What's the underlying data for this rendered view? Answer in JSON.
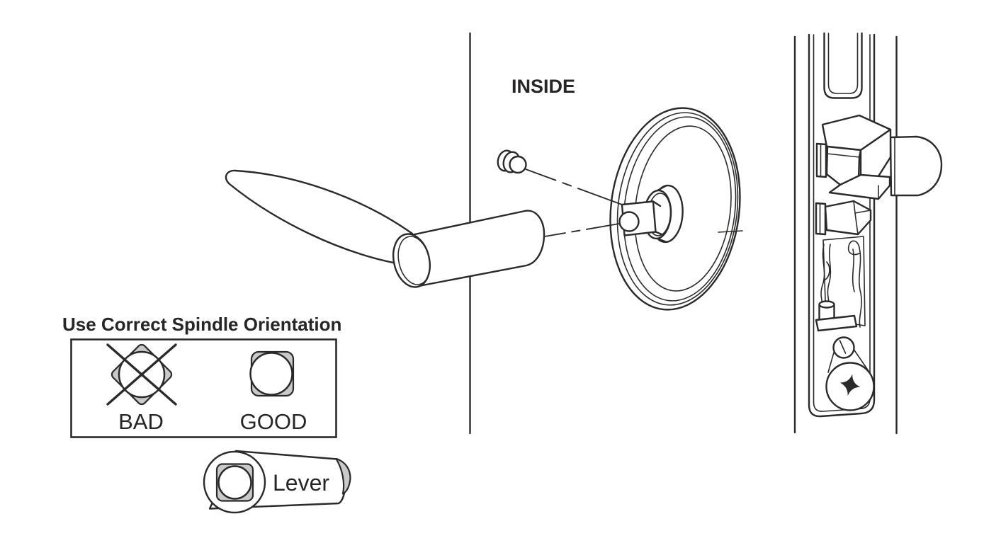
{
  "labels": {
    "inside": "INSIDE",
    "lever": "Lever"
  },
  "orientation_panel": {
    "title": "Use Correct Spindle Orientation",
    "bad": "BAD",
    "good": "GOOD"
  },
  "colors": {
    "line": "#2b2a29",
    "text": "#272525",
    "shade_gray": "#c9c9ca",
    "background": "#ffffff"
  }
}
